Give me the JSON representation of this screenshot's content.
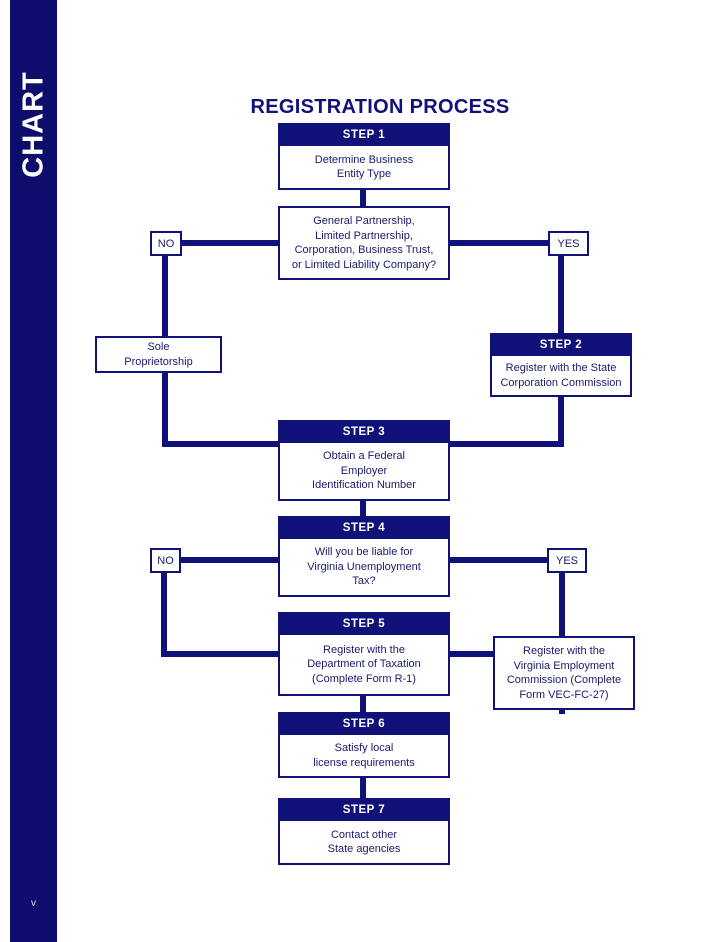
{
  "sidebar": {
    "label": "CHART",
    "page_number": "v",
    "color": "#0d0d6b"
  },
  "title": "REGISTRATION PROCESS",
  "theme": {
    "navy": "#11117a",
    "text_navy": "#1a1a6e",
    "white": "#ffffff"
  },
  "flow": {
    "step1": {
      "header": "STEP 1",
      "body": "Determine Business\nEntity Type"
    },
    "decision1": {
      "body": "General Partnership,\nLimited Partnership,\nCorporation, Business Trust,\nor Limited Liability Company?",
      "no_label": "NO",
      "yes_label": "YES"
    },
    "sole_proprietorship": {
      "body": "Sole\nProprietorship"
    },
    "step2": {
      "header": "STEP 2",
      "body": "Register with the State\nCorporation Commission"
    },
    "step3": {
      "header": "STEP 3",
      "body": "Obtain a Federal\nEmployer\nIdentification Number"
    },
    "step4": {
      "header": "STEP 4",
      "body": "Will you be liable for\nVirginia Unemployment\nTax?",
      "no_label": "NO",
      "yes_label": "YES"
    },
    "step5": {
      "header": "STEP 5",
      "body": "Register with the\nDepartment of Taxation\n(Complete Form R-1)"
    },
    "vec": {
      "body": "Register with the\nVirginia Employment\nCommission (Complete\nForm VEC-FC-27)"
    },
    "step6": {
      "header": "STEP 6",
      "body": "Satisfy local\nlicense requirements"
    },
    "step7": {
      "header": "STEP 7",
      "body": "Contact other\nState agencies"
    }
  }
}
